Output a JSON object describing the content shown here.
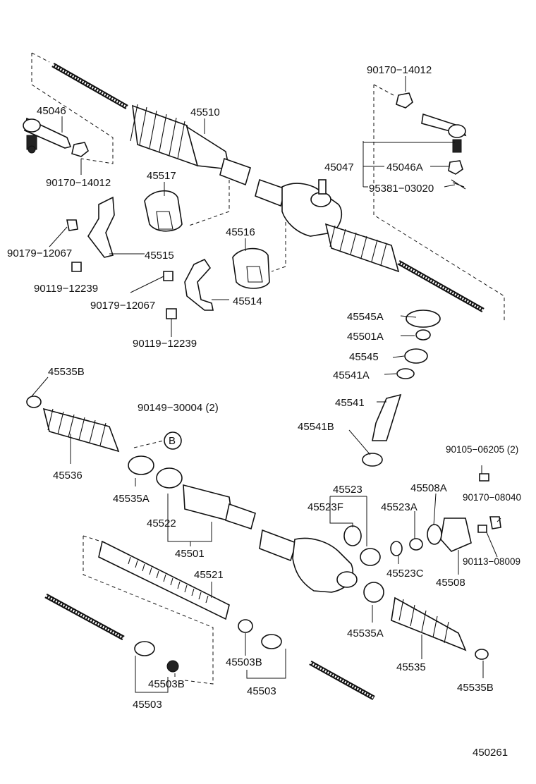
{
  "diagram": {
    "code": "450261",
    "labels": {
      "l45046": "45046",
      "l45510": "45510",
      "l90170_14012_a": "90170−14012",
      "l90170_14012_b": "90170−14012",
      "l45517": "45517",
      "l45047": "45047",
      "l45046A": "45046A",
      "l95381": "95381−03020",
      "l45516": "45516",
      "l90179_a": "90179−12067",
      "l45515": "45515",
      "l90119_a": "90119−12239",
      "l90179_b": "90179−12067",
      "l45514": "45514",
      "l90119_b": "90119−12239",
      "l45545A": "45545A",
      "l45501A": "45501A",
      "l45545": "45545",
      "l45541A": "45541A",
      "l45541": "45541",
      "l45541B": "45541B",
      "l45535B_a": "45535B",
      "l90149": "90149−30004 (2)",
      "lB": "B",
      "l45536": "45536",
      "l45535A_a": "45535A",
      "l45522": "45522",
      "l45501": "45501",
      "l45523": "45523",
      "l45523F": "45523F",
      "l45523A": "45523A",
      "l45508A": "45508A",
      "l90105": "90105−06205 (2)",
      "l90170_08040": "90170−08040",
      "l90113": "90113−08009",
      "l45523C": "45523C",
      "l45508": "45508",
      "l45521": "45521",
      "l45535A_b": "45535A",
      "l45535": "45535",
      "l45535B_b": "45535B",
      "l45503B_a": "45503B",
      "l45503_a": "45503",
      "l45503B_b": "45503B",
      "l45503_b": "45503"
    }
  }
}
